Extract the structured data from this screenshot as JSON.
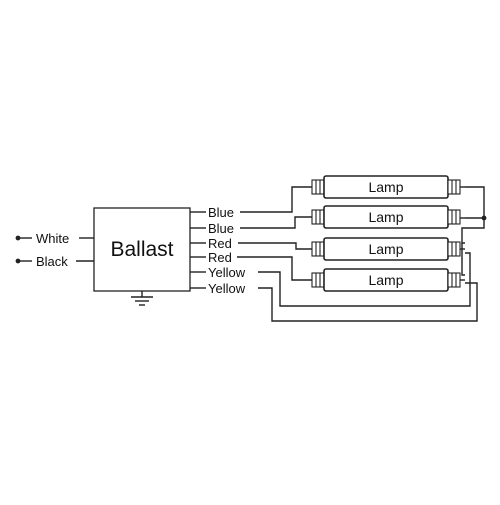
{
  "ballast": {
    "label": "Ballast"
  },
  "inputs": [
    {
      "label": "White"
    },
    {
      "label": "Black"
    }
  ],
  "outputs": [
    {
      "label": "Blue"
    },
    {
      "label": "Blue"
    },
    {
      "label": "Red"
    },
    {
      "label": "Red"
    },
    {
      "label": "Yellow"
    },
    {
      "label": "Yellow"
    }
  ],
  "lamps": [
    {
      "label": "Lamp"
    },
    {
      "label": "Lamp"
    },
    {
      "label": "Lamp"
    },
    {
      "label": "Lamp"
    }
  ],
  "colors": {
    "line": "#222222",
    "background": "#ffffff"
  }
}
